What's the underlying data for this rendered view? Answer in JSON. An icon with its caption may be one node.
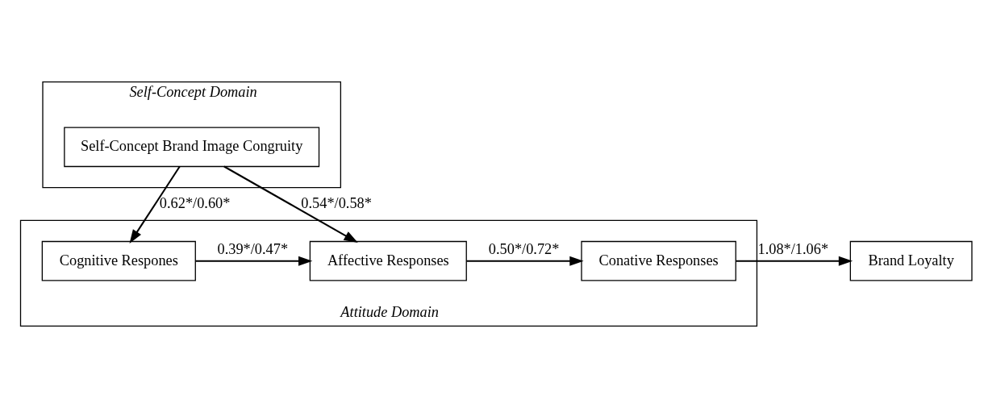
{
  "diagram": {
    "nodes": [
      {
        "text": [
          "Self-Concept Domain"
        ]
      },
      {
        "text": [
          "Self-Concept Brand Image Congruity"
        ],
        "in": 0
      },
      {
        "text": [
          "Attitude Domain"
        ]
      },
      {
        "text": [
          "Cognitive Respones"
        ],
        "in": 2
      },
      {
        "text": [
          "Affective Responses"
        ],
        "in": 2
      },
      {
        "text": [
          "Conative Responses"
        ],
        "in": 2
      },
      {
        "text": [
          "Brand Loyalty"
        ]
      }
    ],
    "edges": [
      {
        "from": 1,
        "to": 3,
        "arrow": "to",
        "label": "0.62*/0.60*"
      },
      {
        "from": 1,
        "to": 4,
        "arrow": "to",
        "label": "0.54*/0.58*"
      },
      {
        "from": 3,
        "to": 4,
        "arrow": "to",
        "label": "0.39*/0.47*"
      },
      {
        "from": 4,
        "to": 5,
        "arrow": "to",
        "label": "0.50*/0.72*"
      },
      {
        "from": 5,
        "to": 6,
        "arrow": "to",
        "label": "1.08*/1.06*"
      }
    ]
  }
}
